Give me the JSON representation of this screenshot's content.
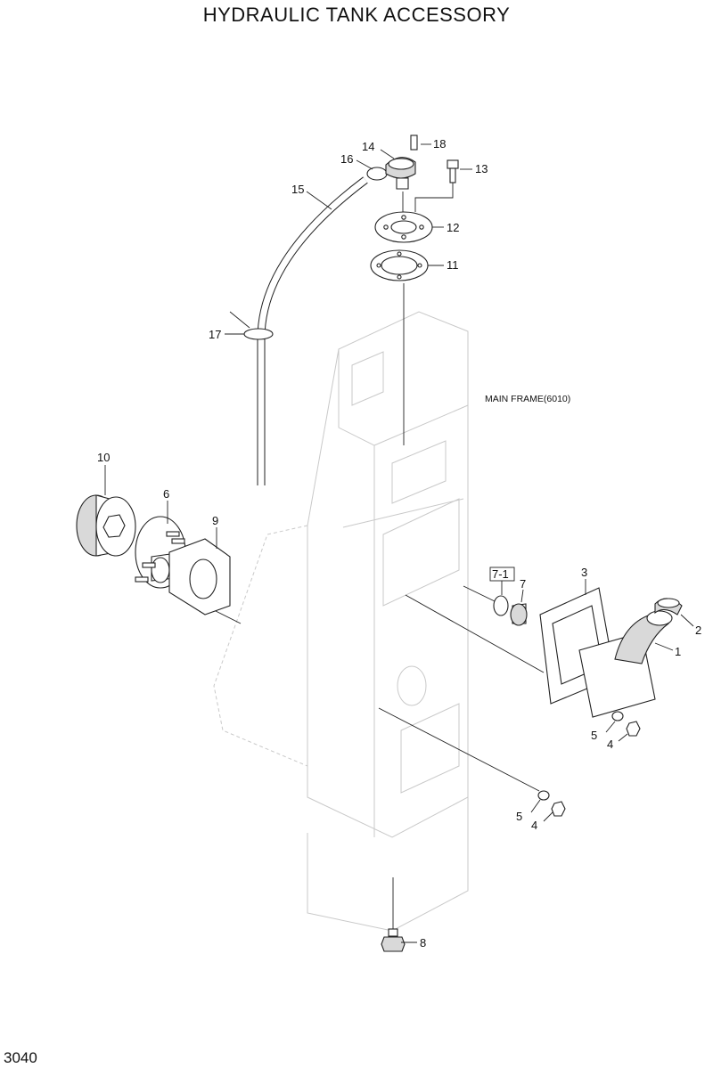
{
  "title": "HYDRAULIC TANK  ACCESSORY",
  "page_number": "3040",
  "note": "MAIN FRAME(6010)",
  "callouts": [
    "18",
    "14",
    "16",
    "13",
    "15",
    "12",
    "11",
    "17",
    "10",
    "6",
    "9",
    "7-1",
    "7",
    "3",
    "2",
    "1",
    "5",
    "4",
    "5",
    "4",
    "8"
  ]
}
